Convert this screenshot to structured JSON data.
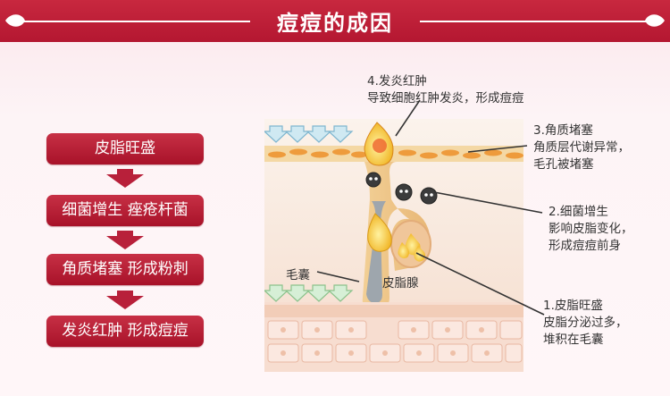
{
  "title": "痘痘的成因",
  "steps": [
    "皮脂旺盛",
    "细菌增生 痤疮杆菌",
    "角质堵塞 形成粉刺",
    "发炎红肿 形成痘痘"
  ],
  "diagram_labels": {
    "follicle": "毛囊",
    "sebaceous_gland": "皮脂腺"
  },
  "annotations": {
    "a4": {
      "line1": "4.发炎红肿",
      "line2": "导致细胞红肿发炎，形成痘痘"
    },
    "a3": {
      "line1": "3.角质堵塞",
      "line2": "角质层代谢异常，",
      "line3": "毛孔被堵塞"
    },
    "a2": {
      "line1": "2.细菌增生",
      "line2": "影响皮脂变化，",
      "line3": "形成痘痘前身"
    },
    "a1": {
      "line1": "1.皮脂旺盛",
      "line2": "皮脂分泌过多，",
      "line3": "堆积在毛囊"
    }
  },
  "colors": {
    "brand": "#b41731",
    "skin": "#f6d8c8",
    "sebum": "#f1c23a",
    "bacteria": "#3b3b3b",
    "arrow": "#8fc8de"
  }
}
